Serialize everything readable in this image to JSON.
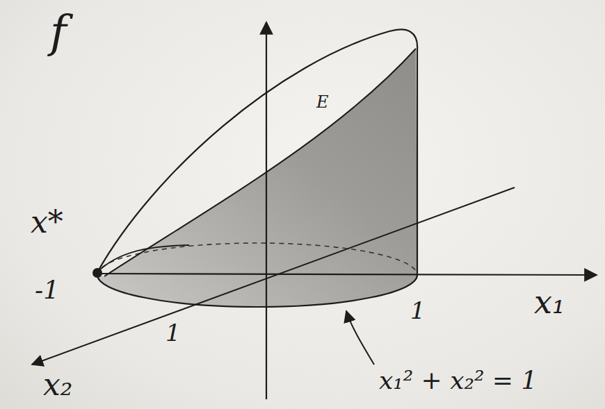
{
  "diagram": {
    "labels": [
      "f",
      "E",
      "x*",
      "-1",
      "1",
      "1",
      "x₁",
      "x₂",
      "x₁² + x₂² = 1"
    ]
  }
}
